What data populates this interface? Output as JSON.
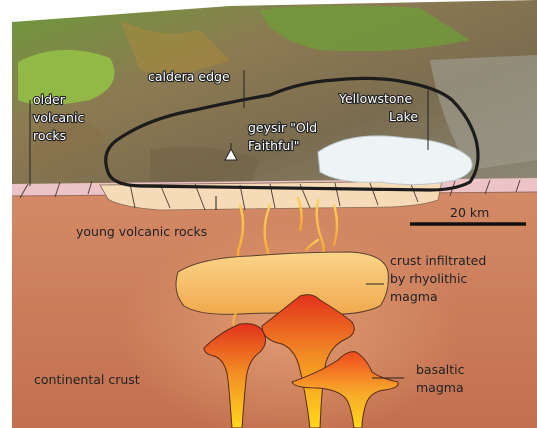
{
  "colors": {
    "crust": "#c8765a",
    "crust_top": "#d9936f",
    "young_volcanic": "#f4d8b6",
    "lake": "#eef3f6",
    "terrain_green": "#7fae3f",
    "terrain_brown": "#8a7a5c",
    "magma_yellow": "#ffd21a",
    "magma_orange": "#f49a2a",
    "magma_red": "#e53a1e",
    "infiltrated": "#f6c277",
    "outline": "#222222"
  },
  "labels": {
    "older_volcanic": [
      "older",
      "volcanic",
      "rocks"
    ],
    "caldera_edge": "caldera edge",
    "yellowstone_lake": [
      "Yellowstone",
      "Lake"
    ],
    "geysir": [
      "geysir \"Old",
      "Faithful\""
    ],
    "young_volcanic": "young volcanic rocks",
    "scale": "20 km",
    "crust_infiltrated": [
      "crust infiltrated",
      "by rhyolithic",
      "magma"
    ],
    "continental_crust": "continental crust",
    "basaltic_magma": [
      "basaltic",
      "magma"
    ]
  },
  "icons": {
    "geysir_marker": "triangle-marker-icon"
  }
}
